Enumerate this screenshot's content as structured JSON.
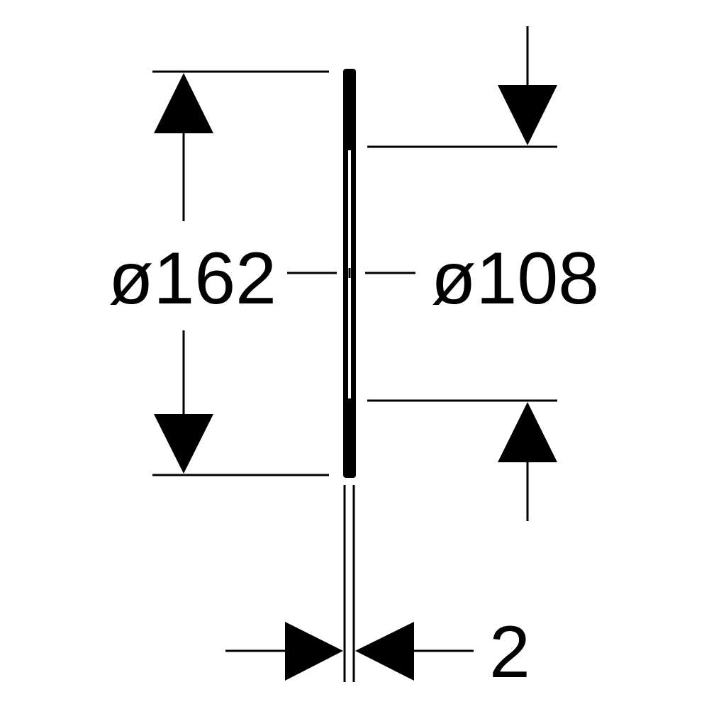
{
  "drawing": {
    "outer_diameter_label": "ø162",
    "inner_diameter_label": "ø108",
    "thickness_label": "2"
  },
  "colors": {
    "line": "#000000",
    "background": "#ffffff"
  }
}
